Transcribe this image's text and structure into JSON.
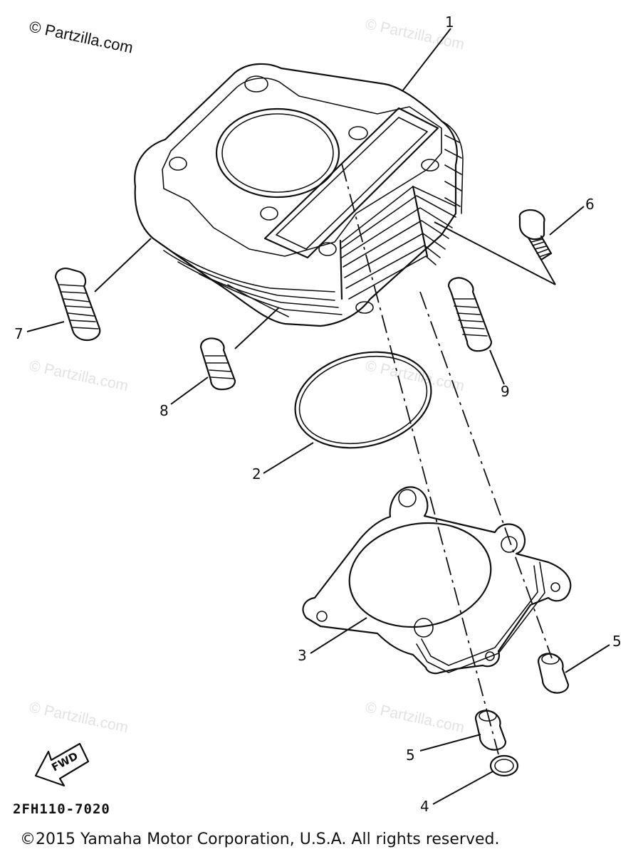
{
  "watermark_main": "© Partzilla.com",
  "watermarks": [
    "© Partzilla.com",
    "© Partzilla.com",
    "© Partzilla.com",
    "© Partzilla.com",
    "© Partzilla.com",
    "© Partzilla.com"
  ],
  "callouts": {
    "c1": "1",
    "c2": "2",
    "c3": "3",
    "c4": "4",
    "c5a": "5",
    "c5b": "5",
    "c6": "6",
    "c7": "7",
    "c8": "8",
    "c9": "9"
  },
  "fwd_label": "FWD",
  "diagram_code": "2FH110-7020",
  "copyright": "©2015 Yamaha Motor Corporation, U.S.A. All rights reserved."
}
